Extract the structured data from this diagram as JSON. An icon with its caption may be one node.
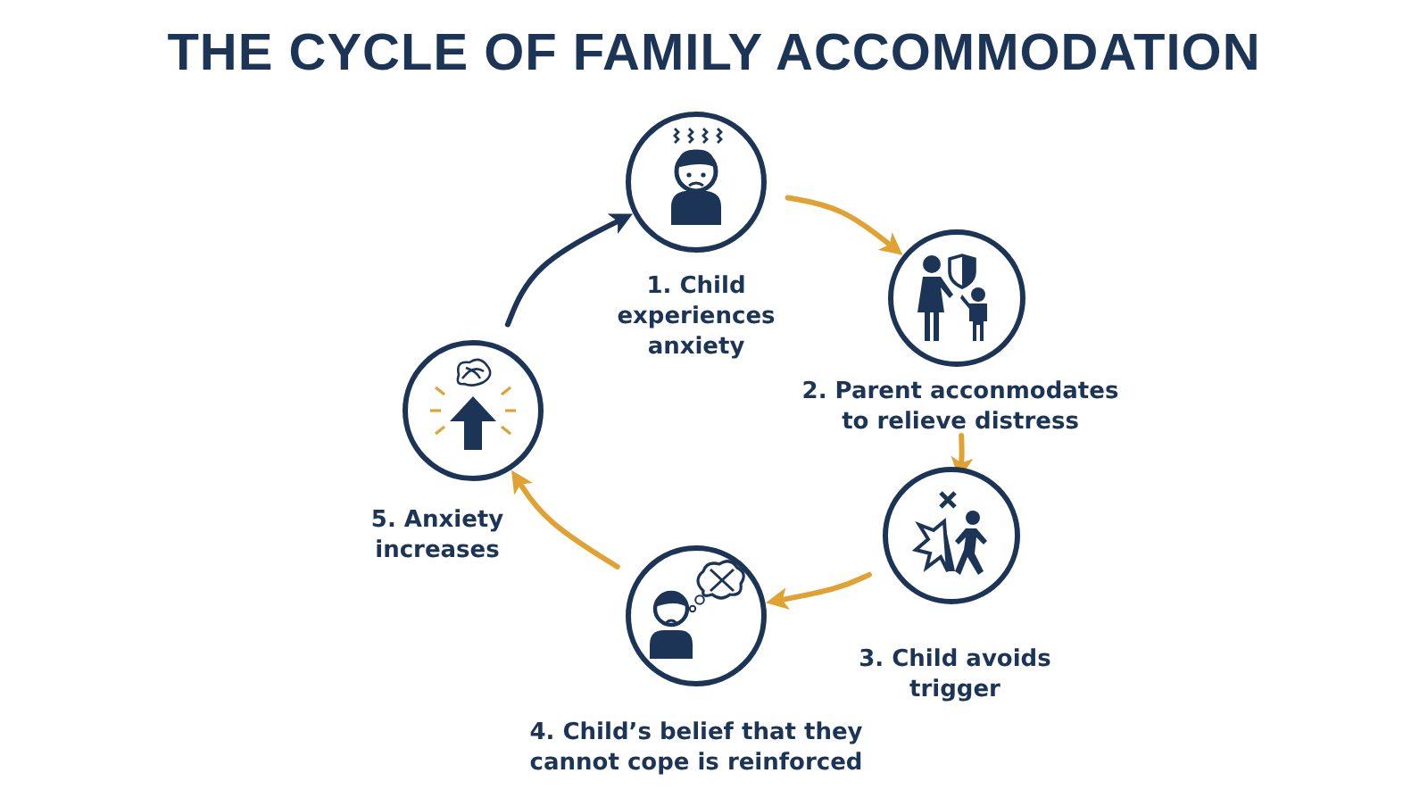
{
  "diagram": {
    "title": "THE CYCLE OF FAMILY ACCOMMODATION",
    "nodes": [
      {
        "text": [
          "1. Child experiences anxiety"
        ]
      },
      {
        "text": [
          "2. Parent acconmodates to relieve distress"
        ]
      },
      {
        "text": [
          "3. Child avoids trigger"
        ]
      },
      {
        "text": [
          "4. Child’s belief that they cannot cope is reinforced"
        ]
      },
      {
        "text": [
          "5. Anxiety increases"
        ]
      }
    ],
    "edges": [
      {
        "from": 0,
        "to": 1,
        "arrow": "to"
      },
      {
        "from": 1,
        "to": 2,
        "arrow": "to"
      },
      {
        "from": 2,
        "to": 3,
        "arrow": "to"
      },
      {
        "from": 3,
        "to": 4,
        "arrow": "to"
      },
      {
        "from": 4,
        "to": 0,
        "arrow": "to",
        "color": "#1c3557"
      }
    ]
  }
}
